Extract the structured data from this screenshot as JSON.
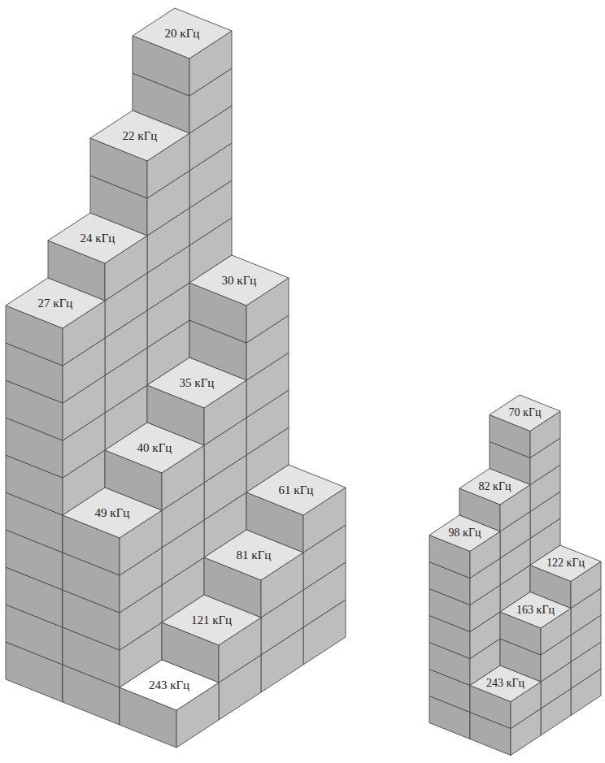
{
  "diagram": {
    "labels": [
      "20 кГц",
      "22 кГц",
      "24 кГц",
      "27 кГц",
      "30 кГц",
      "35 кГц",
      "40 кГц",
      "49 кГц",
      "61 кГц",
      "81 кГц",
      "121 кГц",
      "243 кГц",
      "70 кГц",
      "82 кГц",
      "98 кГц",
      "122 кГц",
      "163 кГц",
      "243 кГц"
    ]
  }
}
